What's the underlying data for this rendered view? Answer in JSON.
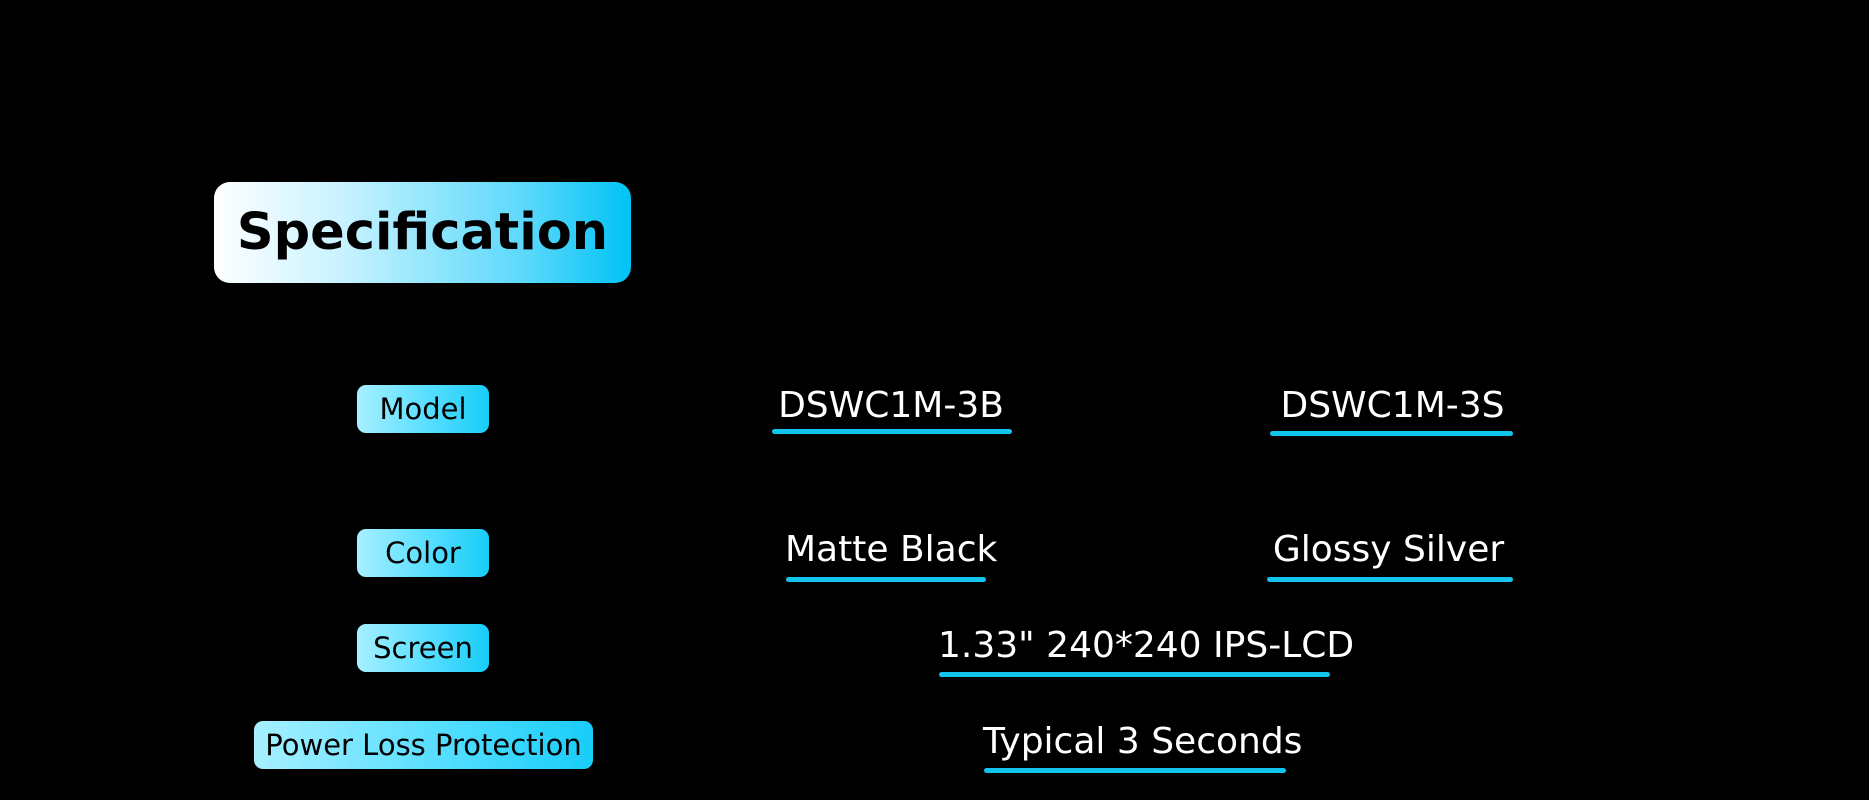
{
  "title": "Specification",
  "rows": [
    {
      "label": "Model",
      "values": [
        "DSWC1M-3B",
        "DSWC1M-3S"
      ]
    },
    {
      "label": "Color",
      "values": [
        "Matte Black",
        "Glossy Silver"
      ]
    },
    {
      "label": "Screen",
      "values": [
        "1.33\" 240*240 IPS-LCD"
      ]
    },
    {
      "label": "Power Loss Protection",
      "values": [
        "Typical 3 Seconds"
      ]
    }
  ],
  "colors": {
    "background": "#000000",
    "accent": "#10c4ee",
    "badge_gradient_start": "#ffffff",
    "badge_gradient_end": "#00c3f5"
  }
}
